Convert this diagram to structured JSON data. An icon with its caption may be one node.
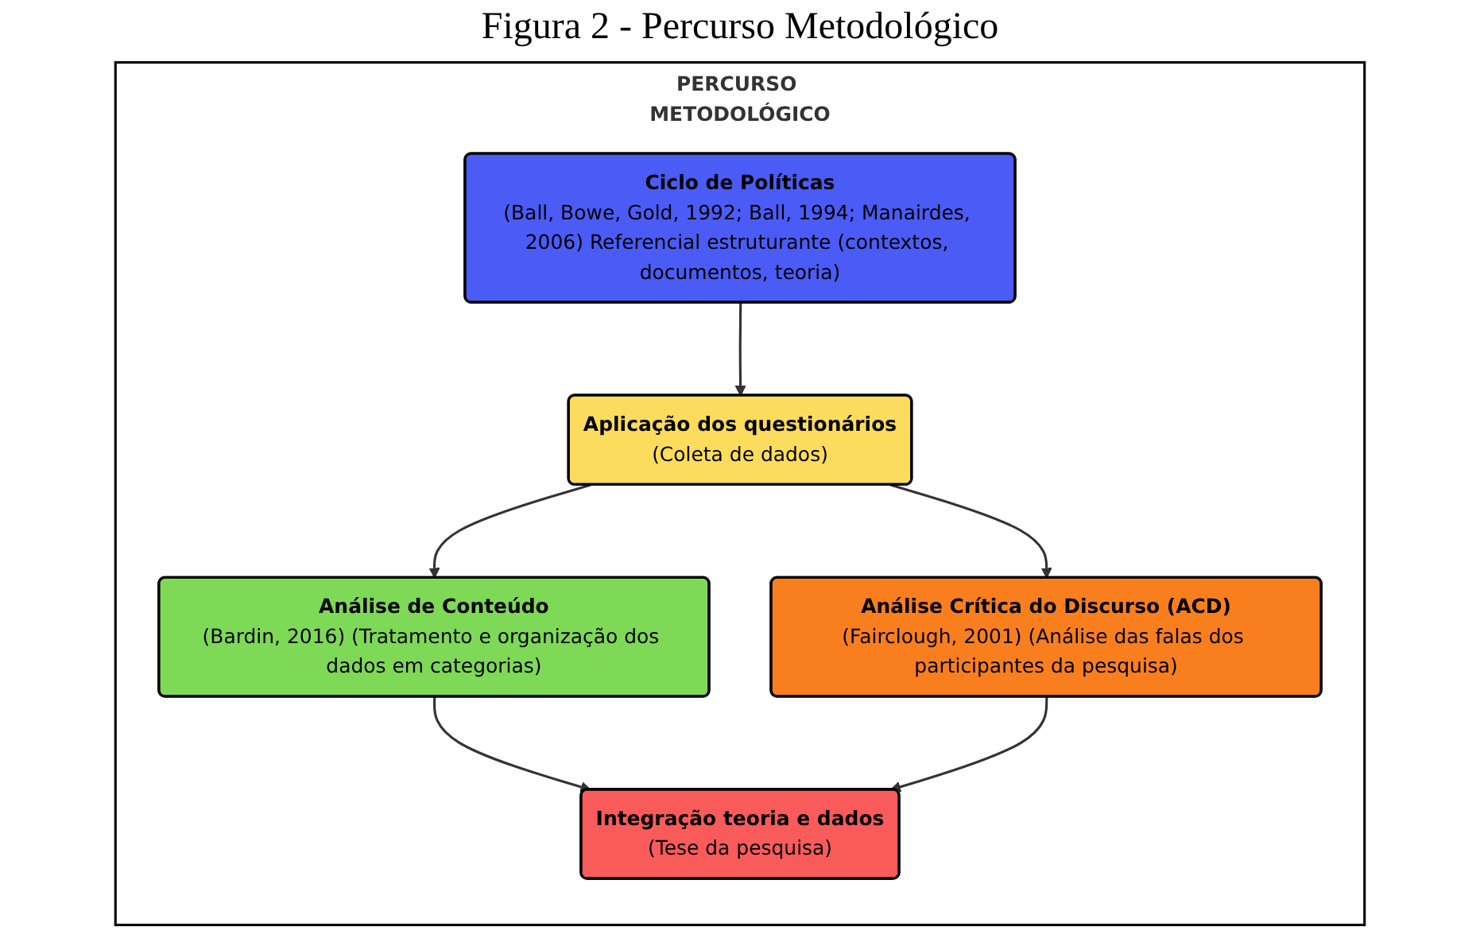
{
  "diagram": {
    "title": "Figura 2 - Percurso Metodológico",
    "nodes": [
      {
        "text": [
          "PERCURSO METODOLÓGICO"
        ]
      },
      {
        "text": [
          "Ciclo de Políticas",
          "(Ball, Bowe, Gold, 1992; Ball, 1994; Manairdes, 2006) Referencial estruturante (contextos, documentos, teoria)"
        ],
        "in": 0
      },
      {
        "text": [
          "Aplicação dos questionários",
          "(Coleta de dados)"
        ],
        "in": 0
      },
      {
        "text": [
          "Análise de Conteúdo",
          "(Bardin, 2016) (Tratamento e organização dos dados em categorias)"
        ],
        "in": 0
      },
      {
        "text": [
          "Análise Crítica do Discurso (ACD)",
          "(Fairclough, 2001) (Análise das falas dos participantes da pesquisa)"
        ],
        "in": 0
      },
      {
        "text": [
          "Integração teoria e dados",
          "(Tese da pesquisa)"
        ],
        "in": 0
      }
    ],
    "edges": [
      {
        "from": 1,
        "to": 2,
        "arrow": "to"
      },
      {
        "from": 2,
        "to": 3,
        "arrow": "to"
      },
      {
        "from": 2,
        "to": 4,
        "arrow": "to"
      },
      {
        "from": 3,
        "to": 5,
        "arrow": "to"
      },
      {
        "from": 4,
        "to": 5,
        "arrow": "to"
      }
    ]
  }
}
